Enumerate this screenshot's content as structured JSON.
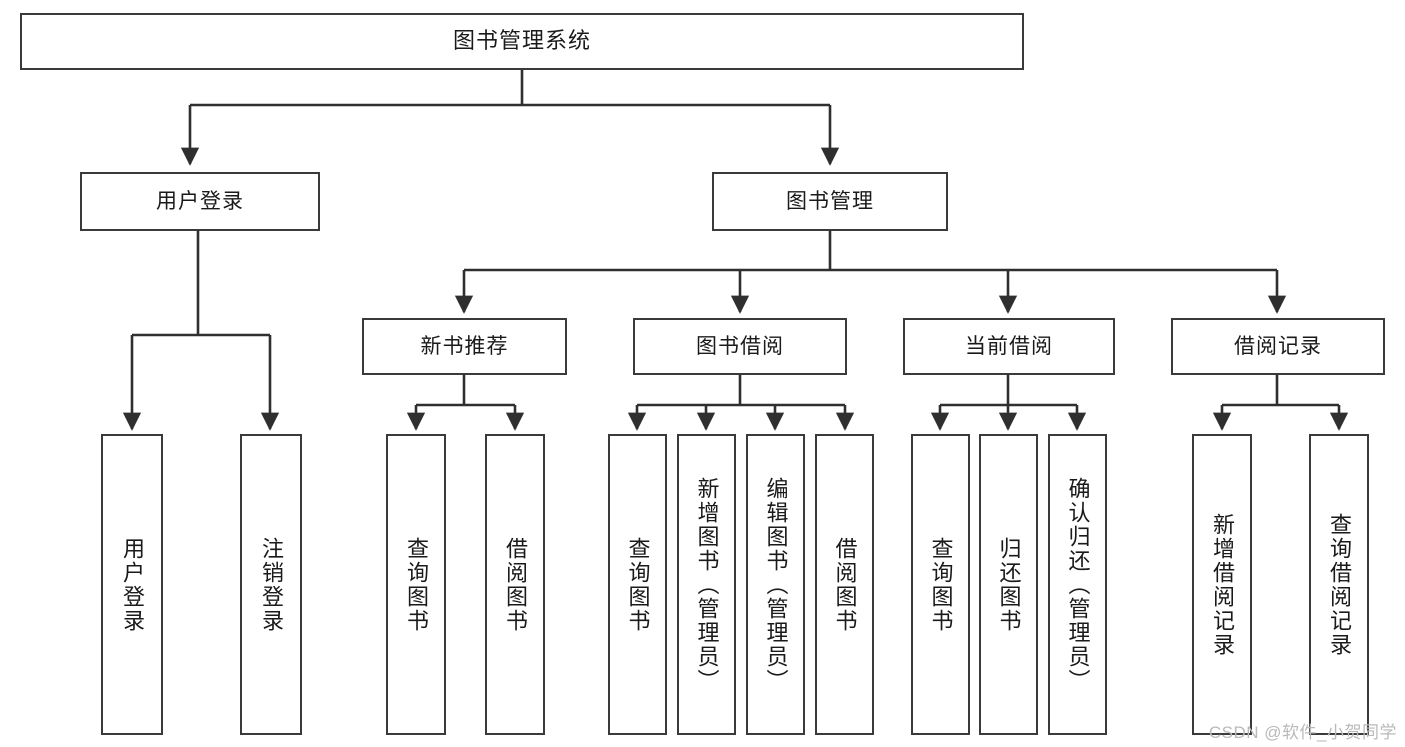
{
  "diagram": {
    "type": "hierarchy-tree",
    "title": "图书管理系统",
    "root": {
      "label": "图书管理系统"
    },
    "level2": [
      {
        "id": "user-login",
        "label": "用户登录"
      },
      {
        "id": "book-management",
        "label": "图书管理"
      }
    ],
    "level3": [
      {
        "id": "new-book-recommend",
        "label": "新书推荐"
      },
      {
        "id": "book-borrow",
        "label": "图书借阅"
      },
      {
        "id": "current-borrow",
        "label": "当前借阅"
      },
      {
        "id": "borrow-record",
        "label": "借阅记录"
      }
    ],
    "leaves": [
      {
        "id": "leaf-user-login",
        "label": "用户登录",
        "parent": "user-login"
      },
      {
        "id": "leaf-logout",
        "label": "注销登录",
        "parent": "user-login"
      },
      {
        "id": "leaf-query-book-1",
        "label": "查询图书",
        "parent": "new-book-recommend"
      },
      {
        "id": "leaf-borrow-book-1",
        "label": "借阅图书",
        "parent": "new-book-recommend"
      },
      {
        "id": "leaf-query-book-2",
        "label": "查询图书",
        "parent": "book-borrow"
      },
      {
        "id": "leaf-add-book",
        "label": "新增图书（管理员）",
        "parent": "book-borrow"
      },
      {
        "id": "leaf-edit-book",
        "label": "编辑图书（管理员）",
        "parent": "book-borrow"
      },
      {
        "id": "leaf-borrow-book-2",
        "label": "借阅图书",
        "parent": "book-borrow"
      },
      {
        "id": "leaf-query-book-3",
        "label": "查询图书",
        "parent": "current-borrow"
      },
      {
        "id": "leaf-return-book",
        "label": "归还图书",
        "parent": "current-borrow"
      },
      {
        "id": "leaf-confirm-return",
        "label": "确认归还（管理员）",
        "parent": "current-borrow"
      },
      {
        "id": "leaf-add-borrow-record",
        "label": "新增借阅记录",
        "parent": "borrow-record"
      },
      {
        "id": "leaf-query-borrow-record",
        "label": "查询借阅记录",
        "parent": "borrow-record"
      }
    ],
    "colors": {
      "box_border": "#3a3a3a",
      "box_fill": "#ffffff",
      "connector": "#2f2f2f",
      "text": "#1a1a1a",
      "watermark": "#b9b9b9",
      "background": "#ffffff"
    }
  },
  "watermark": {
    "text": "CSDN @软件_小贺同学"
  }
}
